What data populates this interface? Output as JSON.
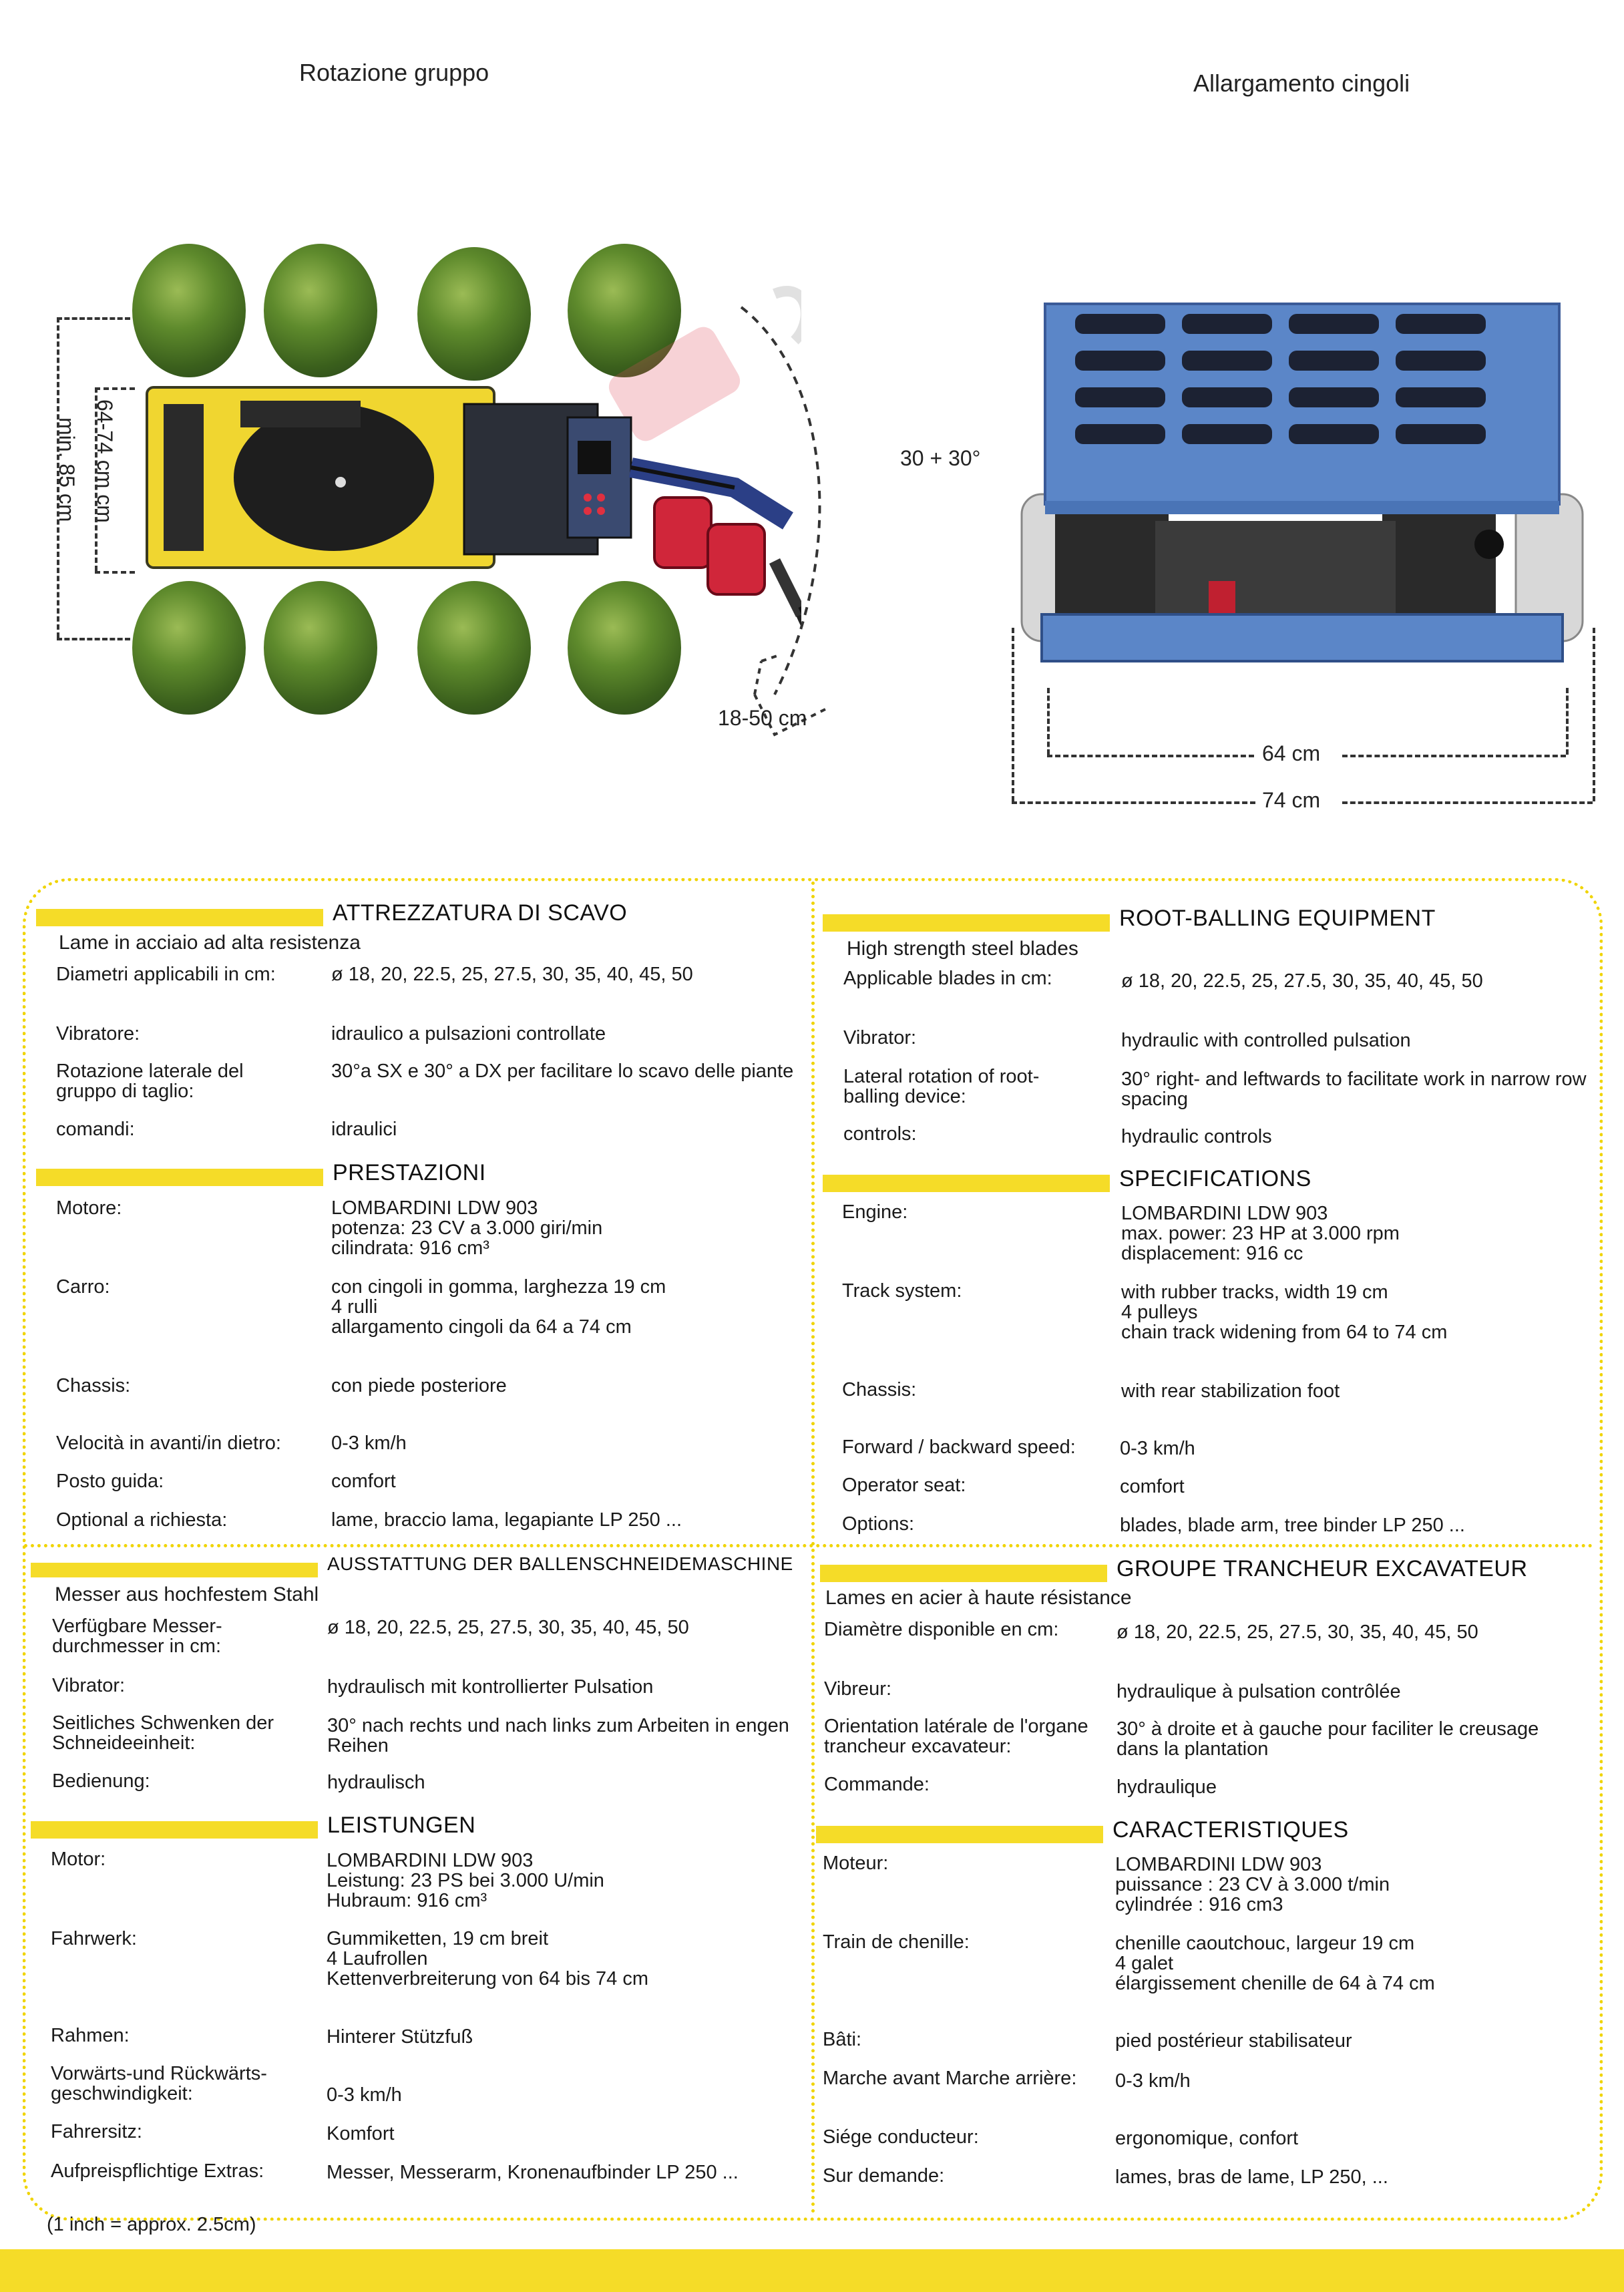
{
  "figures": {
    "left_caption": "Rotazione gruppo",
    "right_caption": "Allargamento cingoli",
    "left_dims": {
      "outer": "min. 85 cm",
      "inner": "64-74 cm cm",
      "angle": "30 + 30°",
      "blade": "18-50 cm"
    },
    "right_dims": {
      "inner": "64 cm",
      "outer": "74 cm"
    }
  },
  "colors": {
    "accent": "#f5dc28",
    "frame": "#f0d400",
    "machine_blue": "#5b86c8",
    "machine_yellow": "#f0d630"
  },
  "quadrants": {
    "it": {
      "section1": "ATTREZZATURA DI SCAVO",
      "intro": "Lame in acciaio ad alta resistenza",
      "rows1": [
        {
          "label": "Diametri applicabili in cm:",
          "value": "ø 18, 20, 22.5, 25, 27.5, 30, 35, 40, 45, 50"
        },
        {
          "label": "Vibratore:",
          "value": "idraulico a pulsazioni controllate"
        },
        {
          "label": "Rotazione laterale del gruppo di taglio:",
          "value": "30°a SX e 30° a DX per facilitare lo scavo delle piante"
        },
        {
          "label": "comandi:",
          "value": "idraulici"
        }
      ],
      "section2": "PRESTAZIONI",
      "rows2": [
        {
          "label": "Motore:",
          "value": "LOMBARDINI LDW 903\npotenza: 23 CV a 3.000 giri/min\ncilindrata: 916 cm³"
        },
        {
          "label": "Carro:",
          "value": "con cingoli in gomma, larghezza 19 cm\n4 rulli\nallargamento cingoli da 64 a 74 cm"
        },
        {
          "label": "Chassis:",
          "value": "con piede posteriore"
        },
        {
          "label": "Velocità in avanti/in dietro:",
          "value": "0-3 km/h"
        },
        {
          "label": "Posto guida:",
          "value": "comfort"
        },
        {
          "label": "Optional a richiesta:",
          "value": "lame, braccio lama, legapiante LP 250 ..."
        }
      ]
    },
    "en": {
      "section1": "ROOT-BALLING EQUIPMENT",
      "intro": "High strength steel blades",
      "rows1": [
        {
          "label": "Applicable blades in cm:",
          "value": "ø 18, 20, 22.5, 25, 27.5, 30, 35, 40, 45, 50"
        },
        {
          "label": "Vibrator:",
          "value": "hydraulic with controlled pulsation"
        },
        {
          "label": "Lateral rotation of root-balling device:",
          "value": "30° right- and leftwards to facilitate work in narrow row spacing"
        },
        {
          "label": "controls:",
          "value": "hydraulic controls"
        }
      ],
      "section2": "SPECIFICATIONS",
      "rows2": [
        {
          "label": "Engine:",
          "value": "LOMBARDINI LDW 903\nmax. power: 23 HP at 3.000 rpm\ndisplacement: 916 cc"
        },
        {
          "label": "Track system:",
          "value": "with rubber tracks, width 19 cm\n4 pulleys\nchain track widening from 64 to 74 cm"
        },
        {
          "label": "Chassis:",
          "value": "with rear stabilization foot"
        },
        {
          "label": "Forward / backward speed:",
          "value": "0-3 km/h"
        },
        {
          "label": "Operator seat:",
          "value": "comfort"
        },
        {
          "label": "Options:",
          "value": "blades, blade arm, tree binder LP 250 ..."
        }
      ]
    },
    "de": {
      "section1": "AUSSTATTUNG DER BALLENSCHNEIDEMASCHINE",
      "intro": "Messer aus hochfestem Stahl",
      "rows1": [
        {
          "label": "Verfügbare Messer-durchmesser in cm:",
          "value": "ø 18, 20, 22.5, 25, 27.5, 30, 35, 40, 45, 50"
        },
        {
          "label": "Vibrator:",
          "value": "hydraulisch mit kontrollierter Pulsation"
        },
        {
          "label": "Seitliches Schwenken der Schneideeinheit:",
          "value": "30° nach rechts und nach links zum Arbeiten in engen Reihen"
        },
        {
          "label": "Bedienung:",
          "value": "hydraulisch"
        }
      ],
      "section2": "LEISTUNGEN",
      "rows2": [
        {
          "label": "Motor:",
          "value": "LOMBARDINI LDW 903\nLeistung: 23 PS bei 3.000 U/min\nHubraum: 916 cm³"
        },
        {
          "label": "Fahrwerk:",
          "value": "Gummiketten, 19 cm breit\n4 Laufrollen\nKettenverbreiterung von 64 bis 74 cm"
        },
        {
          "label": "Rahmen:",
          "value": "Hinterer Stützfuß"
        },
        {
          "label": "Vorwärts-und Rückwärts-geschwindigkeit:",
          "value": "0-3 km/h"
        },
        {
          "label": "Fahrersitz:",
          "value": "Komfort"
        },
        {
          "label": "Aufpreispflichtige Extras:",
          "value": "Messer, Messerarm, Kronenaufbinder LP 250 ..."
        }
      ]
    },
    "fr": {
      "section1": "GROUPE TRANCHEUR EXCAVATEUR",
      "intro": "Lames en acier à haute résistance",
      "rows1": [
        {
          "label": "Diamètre disponible en cm:",
          "value": "ø 18, 20, 22.5, 25, 27.5, 30, 35, 40, 45, 50"
        },
        {
          "label": "Vibreur:",
          "value": "hydraulique à pulsation contrôlée"
        },
        {
          "label": "Orientation latérale de l'organe trancheur excavateur:",
          "value": "30° à droite et à gauche pour faciliter le creusage dans la plantation"
        },
        {
          "label": "Commande:",
          "value": "hydraulique"
        }
      ],
      "section2": "CARACTERISTIQUES",
      "rows2": [
        {
          "label": "Moteur:",
          "value": "LOMBARDINI LDW 903\npuissance : 23 CV à 3.000 t/min\ncylindrée : 916 cm3"
        },
        {
          "label": "Train de chenille:",
          "value": "chenille caoutchouc, largeur 19 cm\n4 galet\nélargissement chenille de 64 à 74 cm"
        },
        {
          "label": "Bâti:",
          "value": "pied postérieur stabilisateur"
        },
        {
          "label": "Marche avant Marche arrière:",
          "value": "0-3 km/h"
        },
        {
          "label": "Siége conducteur:",
          "value": "ergonomique, confort"
        },
        {
          "label": "Sur demande:",
          "value": "lames, bras de lame, LP 250, ..."
        }
      ]
    }
  },
  "footnote": "(1 inch = approx. 2.5cm)"
}
